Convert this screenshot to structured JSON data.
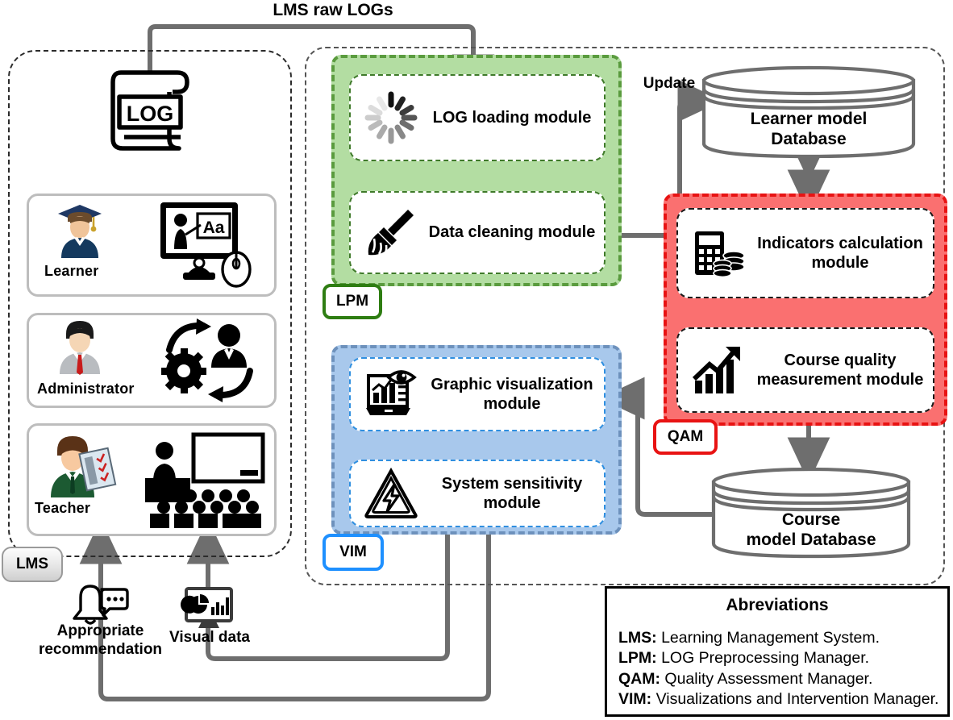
{
  "diagram": {
    "top_label": "LMS raw LOGs",
    "lms_badge": "LMS"
  },
  "actors": [
    {
      "label": "Learner",
      "icon_person": "graduate-avatar-icon",
      "icon_scene": "e-learning-monitor-icon"
    },
    {
      "label": "Administrator",
      "icon_person": "admin-avatar-icon",
      "icon_scene": "gear-user-cycle-icon"
    },
    {
      "label": "Teacher",
      "icon_person": "teacher-avatar-icon",
      "icon_scene": "classroom-icon"
    }
  ],
  "log_source": {
    "icon": "log-scroll-icon",
    "text": "LOG"
  },
  "groups": {
    "lpm": {
      "tag": "LPM",
      "color": "#5a9b3e",
      "fill": "#b3dda2",
      "modules": [
        {
          "title": "LOG loading module",
          "icon": "spinner-loading-icon"
        },
        {
          "title": "Data cleaning module",
          "icon": "broom-icon"
        }
      ]
    },
    "qam": {
      "tag": "QAM",
      "color": "#e81313",
      "fill": "#fa7070",
      "modules": [
        {
          "title": "Indicators calculation module",
          "icon": "calculator-coins-icon"
        },
        {
          "title": "Course quality measurement module",
          "icon": "growth-bar-chart-icon"
        }
      ]
    },
    "vim": {
      "tag": "VIM",
      "color": "#1e90ff",
      "fill": "#a8c8ec",
      "modules": [
        {
          "title": "Graphic visualization module",
          "icon": "dashboard-eye-icon"
        },
        {
          "title": "System sensitivity module",
          "icon": "warning-bolt-icon"
        }
      ]
    }
  },
  "databases": [
    {
      "line1": "Learner model",
      "line2": "Database",
      "icon": "database-cylinder-icon"
    },
    {
      "line1": "Course",
      "line2": "model Database",
      "icon": "database-cylinder-icon"
    }
  ],
  "edge_labels": {
    "update": "Update",
    "recommendation_line1": "Appropriate",
    "recommendation_line2": "recommendation",
    "visual_data": "Visual data"
  },
  "edge_icons": {
    "recommendation": "notification-bell-chat-icon",
    "visual_data": "monitor-charts-icon"
  },
  "abbreviations": {
    "title": "Abreviations",
    "items": [
      {
        "key": "LMS:",
        "value": " Learning Management System."
      },
      {
        "key": "LPM:",
        "value": " LOG Preprocessing Manager."
      },
      {
        "key": "QAM:",
        "value": " Quality Assessment Manager."
      },
      {
        "key": "VIM:",
        "value": " Visualizations and Intervention Manager."
      }
    ]
  }
}
